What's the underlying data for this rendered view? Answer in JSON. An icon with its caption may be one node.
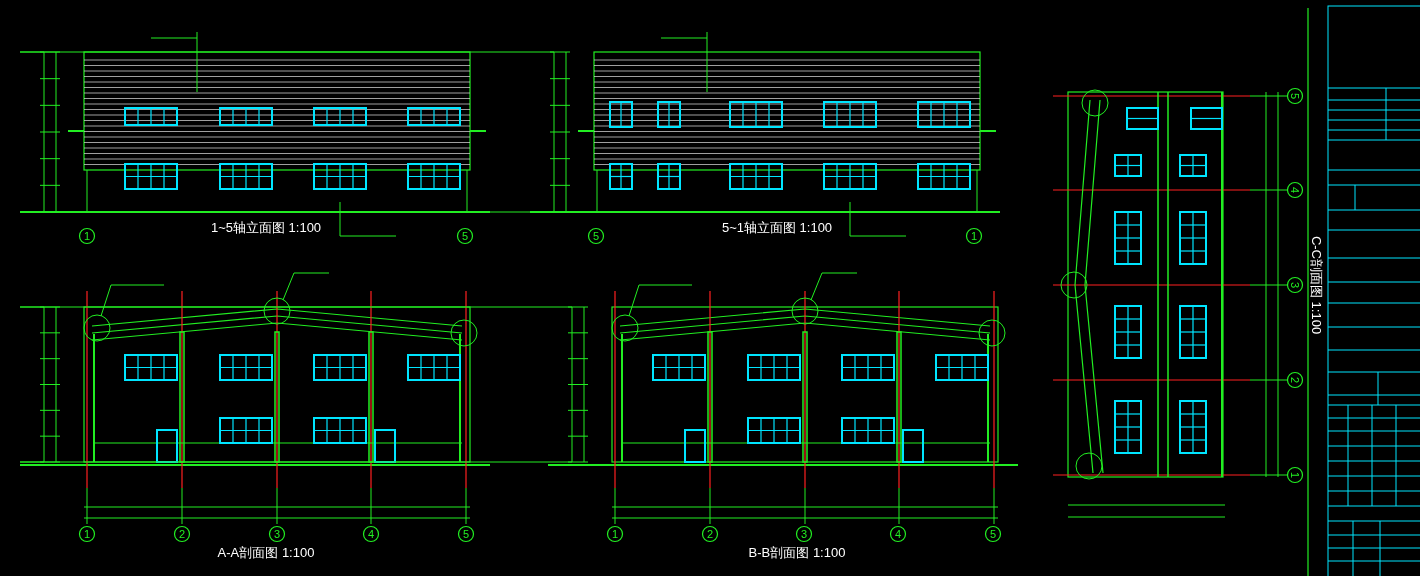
{
  "diagram": {
    "labels": [
      "1",
      "5",
      "1~5轴立面图 1:100",
      "5",
      "1",
      "5~1轴立面图 1:100",
      "5",
      "4",
      "3",
      "2",
      "1",
      "C-C剖面图 1:100",
      "1",
      "2",
      "3",
      "4",
      "5",
      "A-A剖面图 1:100",
      "1",
      "2",
      "3",
      "4",
      "5",
      "B-B剖面图 1:100"
    ]
  }
}
